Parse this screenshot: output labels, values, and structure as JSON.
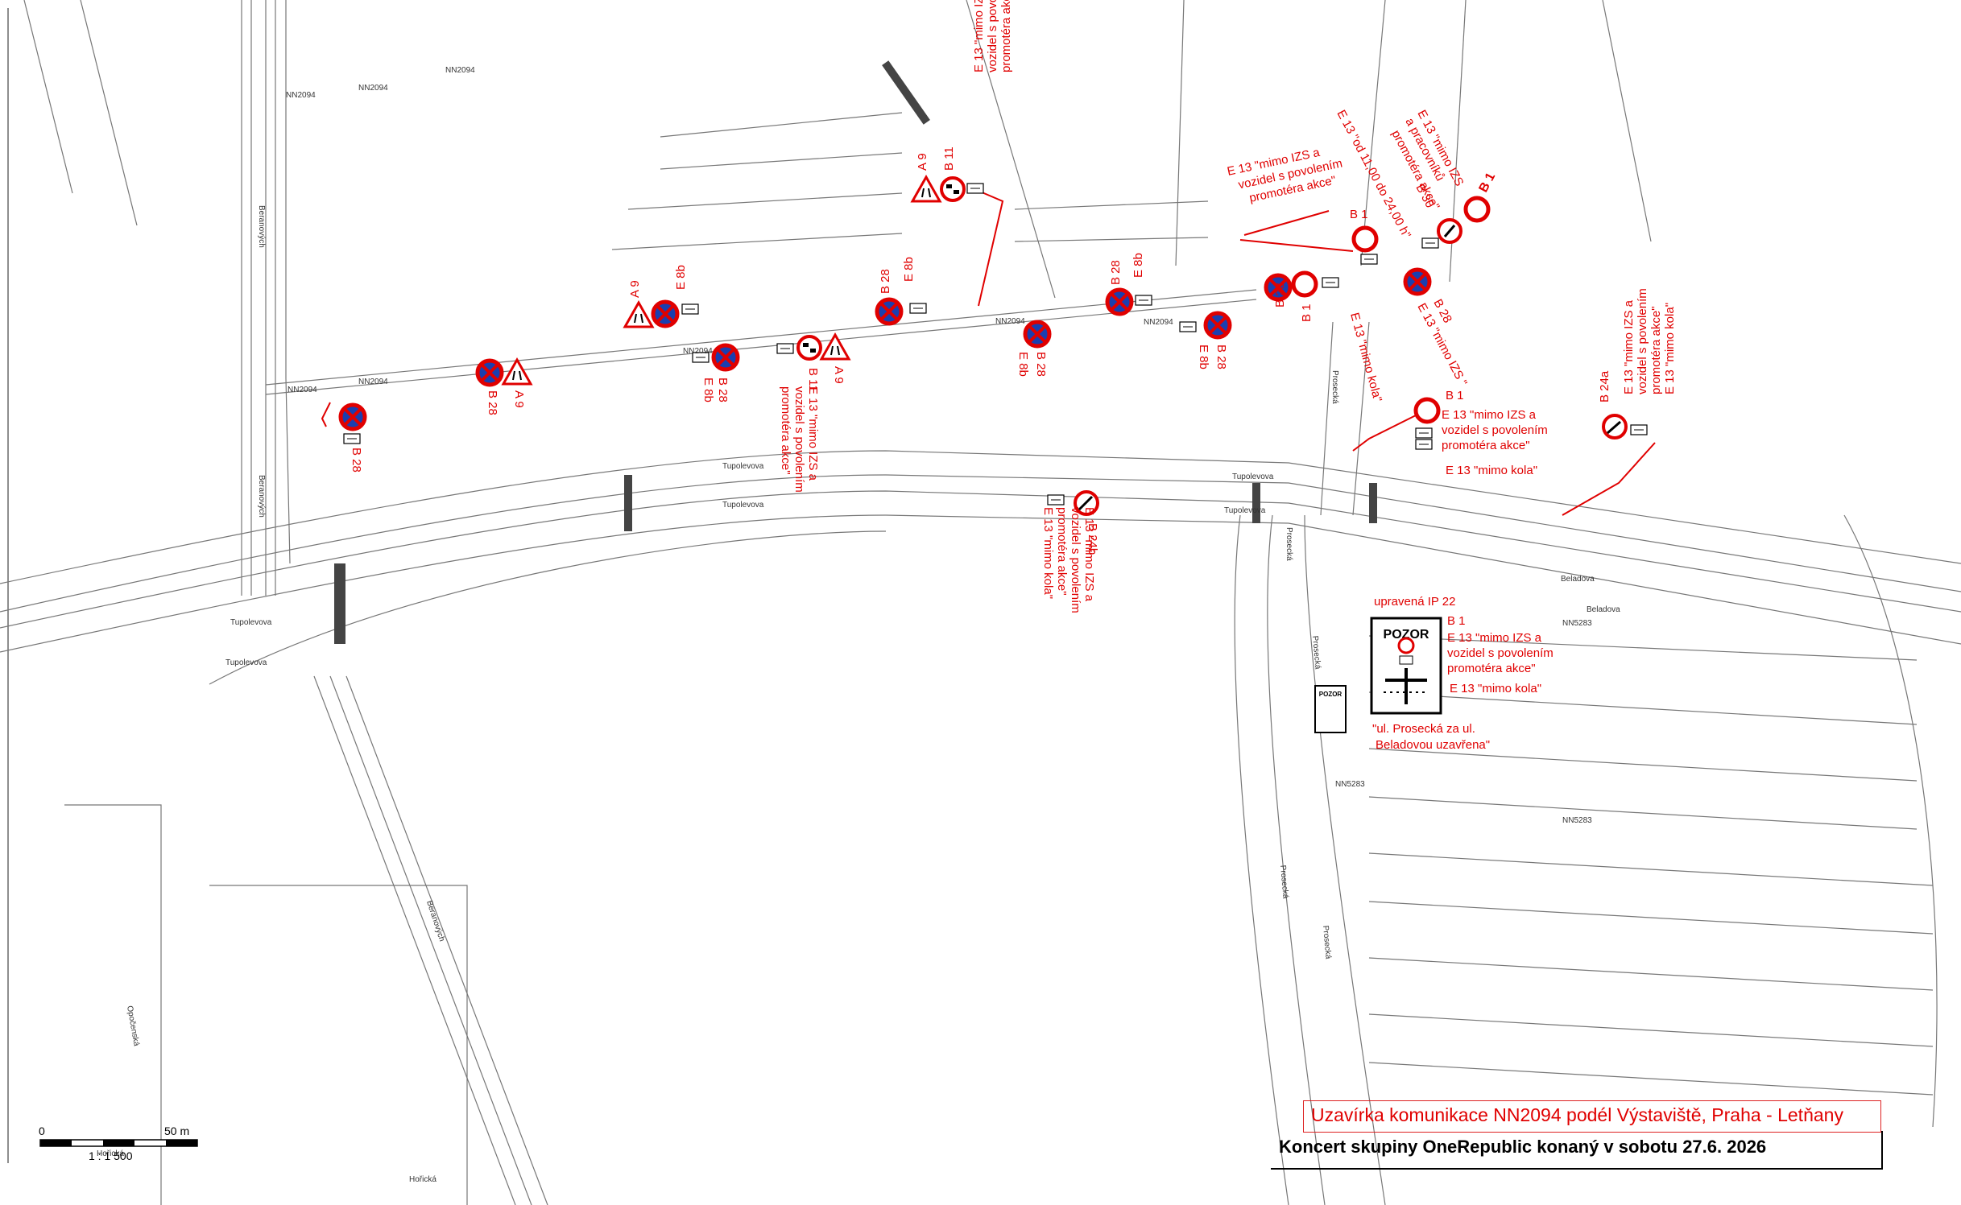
{
  "title": {
    "line1": "Uzavírka komunikace NN2094 podél Výstaviště, Praha - Letňany",
    "line2": "Koncert skupiny OneRepublic konaný v sobotu  27.6. 2026"
  },
  "scale": {
    "left": "0",
    "right": "50 m",
    "ratio": "1 : 1 500"
  },
  "streets": {
    "nn2094": "NN2094",
    "tupolevova": "Tupolevova",
    "beranovych": "Beranových",
    "prosecka": "Prosecká",
    "beladova": "Beladova",
    "nn5283": "NN5283",
    "opocenska": "Opočenská",
    "horicka": "Hořická"
  },
  "labels": {
    "b28": "B 28",
    "e8b": "E 8b",
    "a9": "A 9",
    "b11": "B 11",
    "b1": "B 1",
    "b1bold": "B 1",
    "b30": "B 30",
    "b24a": "B 24a",
    "b24b": "B 24b",
    "e13_izs_l1": "E 13 \"mimo IZS a",
    "e13_izs_l2": "vozidel s povolením",
    "e13_izs_l3": "promotéra akce\"",
    "e13_izs_s1": "E 13 \"mimo IZS a",
    "e13_izs_s2": "vozidel s povolením",
    "e13_izs_s3": "promotéra akce\"",
    "e13_kola": "E 13 \"mimo kola\"",
    "e13_mimo_izs": "E 13 \"mimo IZS \"",
    "e13_mimo_kola_short": "E 13 \"mimo kola\"",
    "e13_prac1": "E 13 \"mimo IZS",
    "e13_prac2": "a pracovníků",
    "e13_prac3": "promotéra akce\"",
    "e13_hours": "E 13 \"od 11,00 do 24,00 h\"",
    "upravena": "upravená IP 22",
    "pozor": "POZOR",
    "pozor_small": "POZOR",
    "ip22_b1": "B 1",
    "ip22_l1": "E 13 \"mimo IZS a",
    "ip22_l2": "vozidel s povolením",
    "ip22_l3": "promotéra akce\"",
    "ip22_l4": "E 13 \"mimo kola\"",
    "closure1": "\"ul. Prosecká za ul.",
    "closure2": "Beladovou uzavřena\"",
    "nn2094_label": "NN2094"
  },
  "colors": {
    "sign_red": "#e00000",
    "sign_blue": "#1a3fb0",
    "line": "#555555"
  }
}
